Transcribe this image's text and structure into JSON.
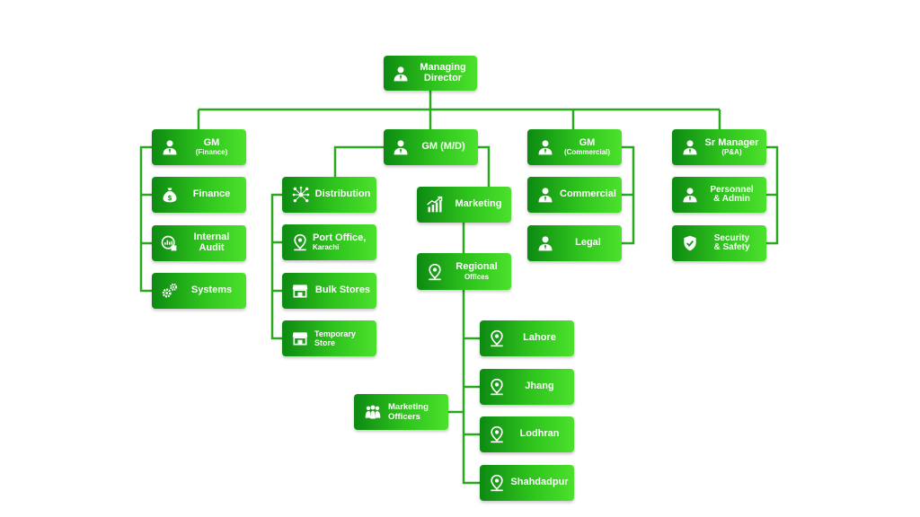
{
  "colors": {
    "connector": "#2aa81f",
    "box_dark": "#0d8a12",
    "box_light": "#4be12c"
  },
  "nodes": {
    "md": {
      "line1": "Managing",
      "line2": "Director",
      "icon": "person-icon"
    },
    "gm_finance": {
      "line1": "GM",
      "line2": "(Finance)",
      "icon": "person-icon"
    },
    "gm_md": {
      "line1": "GM (M/D)",
      "line2": "",
      "icon": "person-icon"
    },
    "gm_comm": {
      "line1": "GM",
      "line2": "(Commercial)",
      "icon": "person-icon"
    },
    "sr_mgr": {
      "line1": "Sr Manager",
      "line2": "(P&A)",
      "icon": "person-icon"
    },
    "finance": {
      "line1": "Finance",
      "line2": "",
      "icon": "money-bag-icon"
    },
    "audit": {
      "line1": "Internal Audit",
      "line2": "",
      "icon": "audit-icon"
    },
    "systems": {
      "line1": "Systems",
      "line2": "",
      "icon": "gears-icon"
    },
    "distribution": {
      "line1": "Distribution",
      "line2": "",
      "icon": "network-icon"
    },
    "port": {
      "line1": "Port Office,",
      "line2": "Karachi",
      "icon": "location-pin-icon"
    },
    "bulk": {
      "line1": "Bulk Stores",
      "line2": "",
      "icon": "store-icon"
    },
    "temp": {
      "line1": "Temporary",
      "line2": "Store",
      "icon": "store-icon"
    },
    "marketing": {
      "line1": "Marketing",
      "line2": "",
      "icon": "growth-chart-icon"
    },
    "regional": {
      "line1": "Regional",
      "line2": "Offices",
      "icon": "location-pin-icon"
    },
    "lahore": {
      "line1": "Lahore",
      "line2": "",
      "icon": "location-pin-icon"
    },
    "jhang": {
      "line1": "Jhang",
      "line2": "",
      "icon": "location-pin-icon"
    },
    "lodhran": {
      "line1": "Lodhran",
      "line2": "",
      "icon": "location-pin-icon"
    },
    "shahdadpur": {
      "line1": "Shahdadpur",
      "line2": "",
      "icon": "location-pin-icon"
    },
    "officers": {
      "line1": "Marketing",
      "line2": "Officers",
      "icon": "team-icon"
    },
    "commercial": {
      "line1": "Commercial",
      "line2": "",
      "icon": "person-icon"
    },
    "legal": {
      "line1": "Legal",
      "line2": "",
      "icon": "person-icon"
    },
    "personnel": {
      "line1": "Personnel",
      "line2": "& Admin",
      "icon": "person-icon"
    },
    "security": {
      "line1": "Security",
      "line2": "& Safety",
      "icon": "shield-check-icon"
    }
  }
}
